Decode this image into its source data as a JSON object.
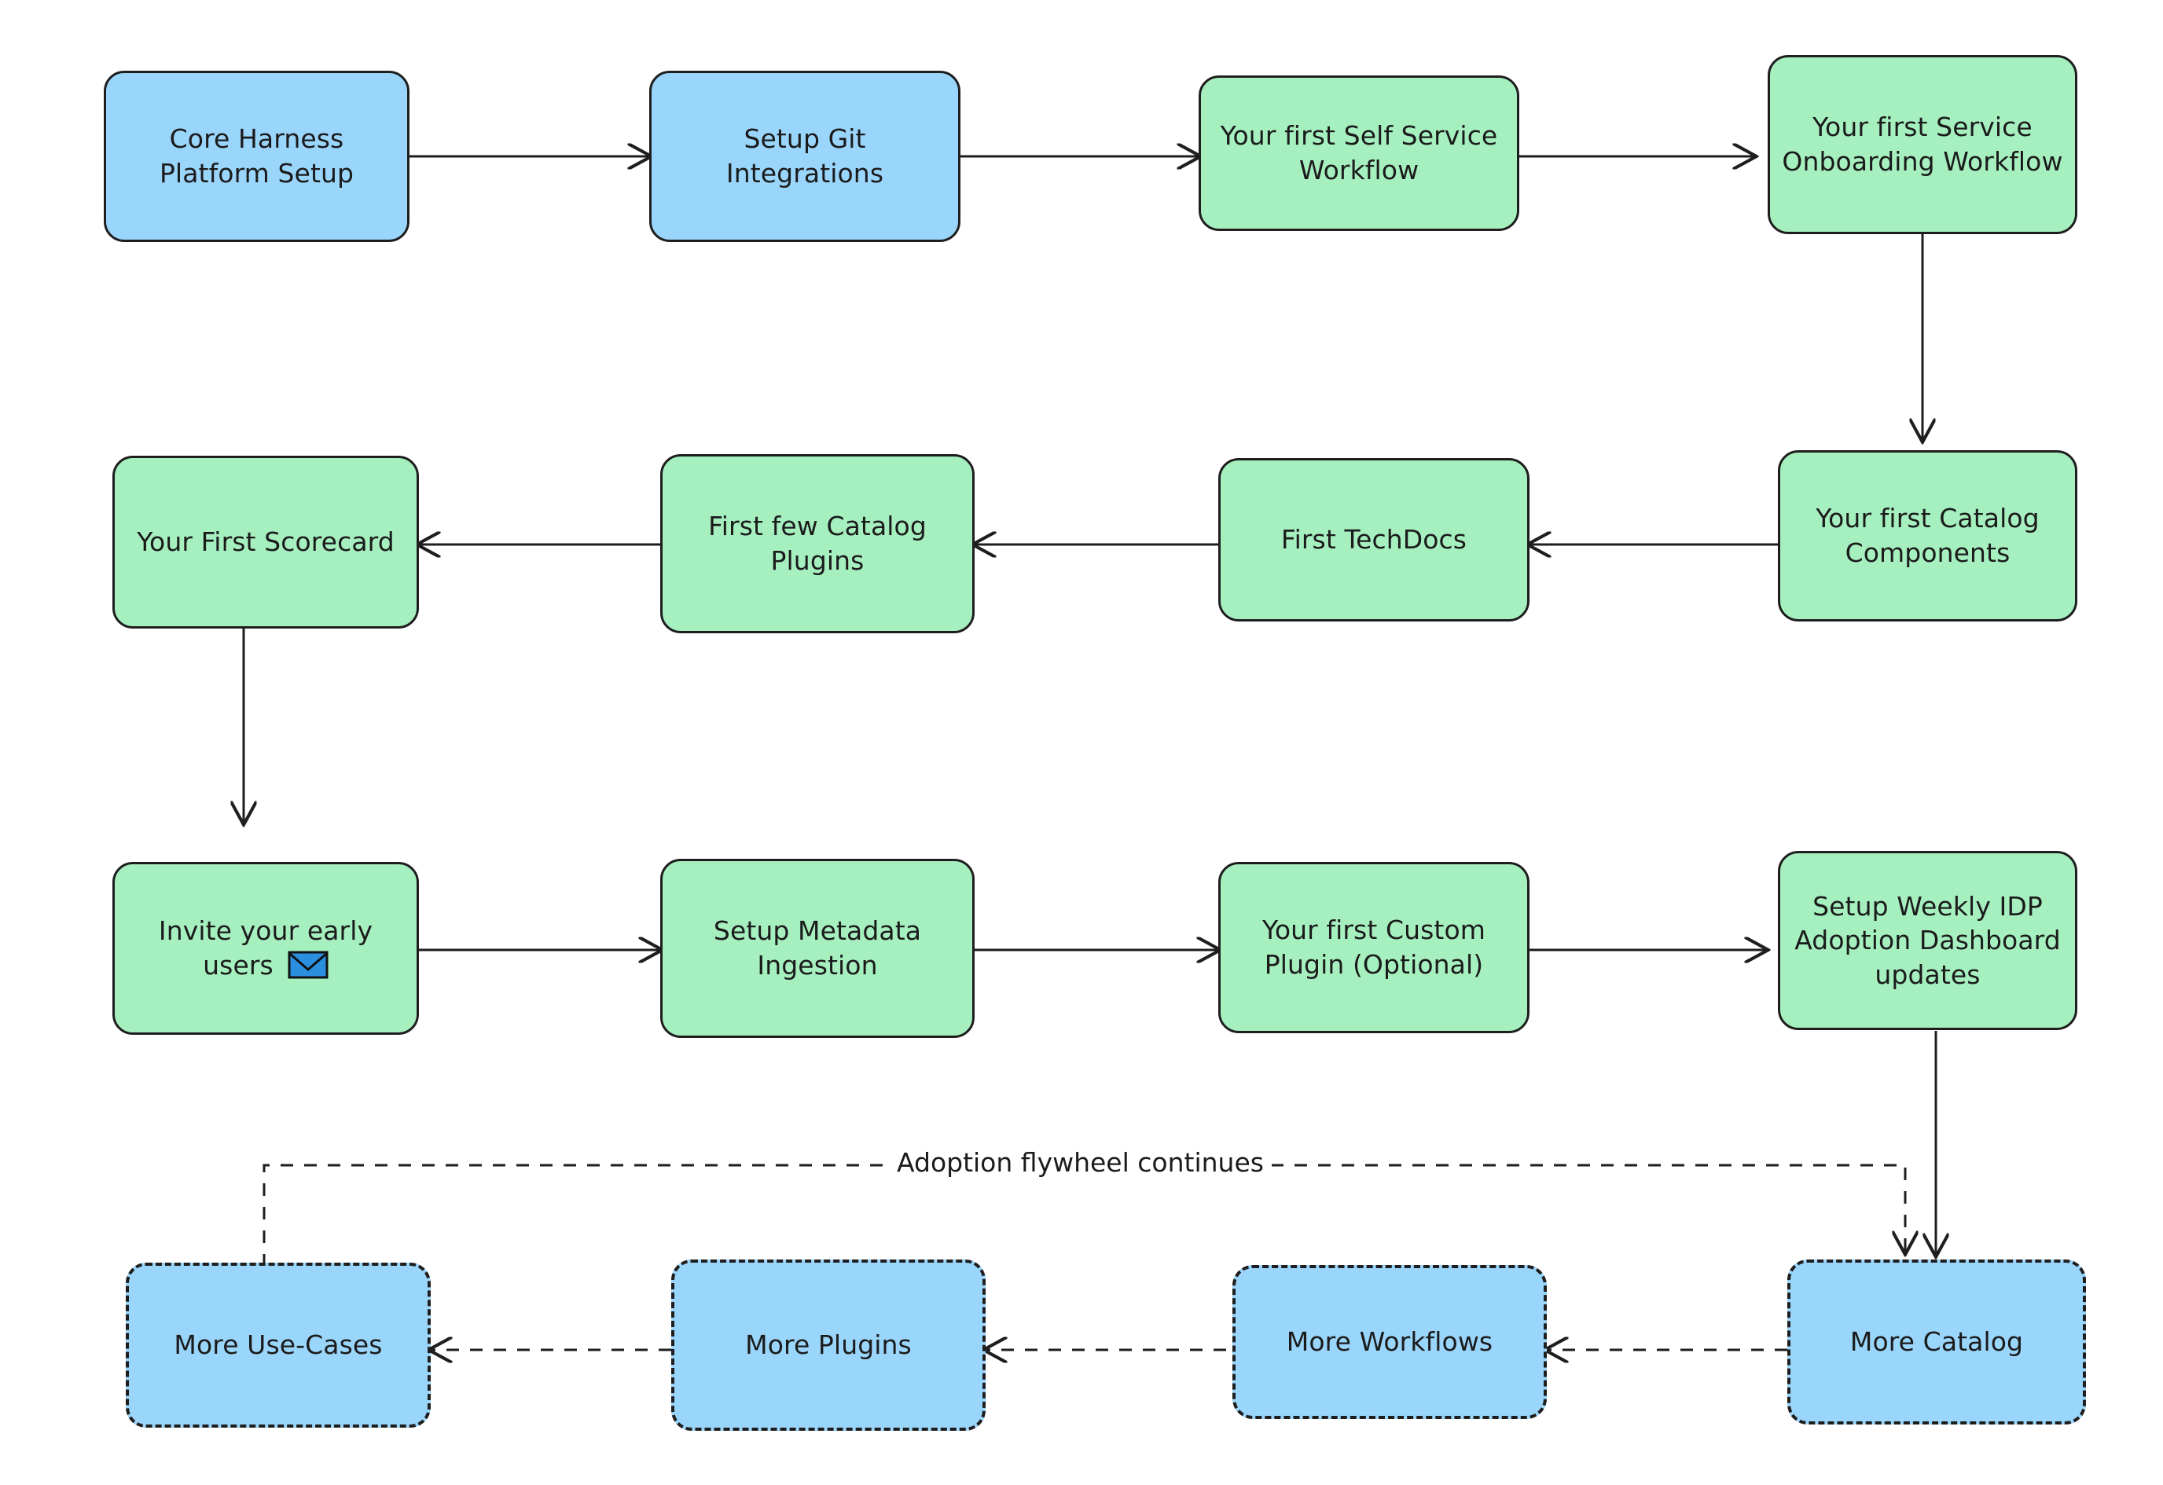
{
  "diagram": {
    "title": "Harness IDP Adoption Flywheel Flowchart",
    "background": "#ffffff",
    "colors": {
      "blue_fill": "#9ad5fb",
      "green_fill": "#a6f0c0",
      "stroke": "#1e1e1e",
      "text": "#1b1b1b",
      "envelope_blue": "#2b8fe0"
    },
    "nodes": [
      {
        "id": "core-harness-platform-setup",
        "label": "Core Harness Platform Setup",
        "style": "blue-solid"
      },
      {
        "id": "setup-git-integrations",
        "label": "Setup Git Integrations",
        "style": "blue-solid"
      },
      {
        "id": "your-first-self-service-workflow",
        "label": "Your first Self Service Workflow",
        "style": "green-solid"
      },
      {
        "id": "your-first-service-onboarding-workflow",
        "label": "Your first Service Onboarding Workflow",
        "style": "green-solid"
      },
      {
        "id": "your-first-catalog-components",
        "label": "Your first Catalog Components",
        "style": "green-solid"
      },
      {
        "id": "first-techdocs",
        "label": "First TechDocs",
        "style": "green-solid"
      },
      {
        "id": "first-few-catalog-plugins",
        "label": "First few Catalog Plugins",
        "style": "green-solid"
      },
      {
        "id": "your-first-scorecard",
        "label": "Your First Scorecard",
        "style": "green-solid"
      },
      {
        "id": "invite-your-early-users",
        "label": "Invite your early users",
        "style": "green-solid",
        "icon": "envelope-icon"
      },
      {
        "id": "setup-metadata-ingestion",
        "label": "Setup Metadata Ingestion",
        "style": "green-solid"
      },
      {
        "id": "your-first-custom-plugin",
        "label": "Your first Custom Plugin (Optional)",
        "style": "green-solid"
      },
      {
        "id": "setup-weekly-idp-adoption-dashboard-updates",
        "label": "Setup Weekly IDP Adoption Dashboard updates",
        "style": "green-solid"
      },
      {
        "id": "more-catalog",
        "label": "More Catalog",
        "style": "blue-dashed"
      },
      {
        "id": "more-workflows",
        "label": "More Workflows",
        "style": "blue-dashed"
      },
      {
        "id": "more-plugins",
        "label": "More Plugins",
        "style": "blue-dashed"
      },
      {
        "id": "more-use-cases",
        "label": "More Use-Cases",
        "style": "blue-dashed"
      }
    ],
    "edge_labels": {
      "flywheel": "Adoption flywheel continues"
    },
    "edges": [
      {
        "from": "core-harness-platform-setup",
        "to": "setup-git-integrations",
        "style": "solid"
      },
      {
        "from": "setup-git-integrations",
        "to": "your-first-self-service-workflow",
        "style": "solid"
      },
      {
        "from": "your-first-self-service-workflow",
        "to": "your-first-service-onboarding-workflow",
        "style": "solid"
      },
      {
        "from": "your-first-service-onboarding-workflow",
        "to": "your-first-catalog-components",
        "style": "solid"
      },
      {
        "from": "your-first-catalog-components",
        "to": "first-techdocs",
        "style": "solid"
      },
      {
        "from": "first-techdocs",
        "to": "first-few-catalog-plugins",
        "style": "solid"
      },
      {
        "from": "first-few-catalog-plugins",
        "to": "your-first-scorecard",
        "style": "solid"
      },
      {
        "from": "your-first-scorecard",
        "to": "invite-your-early-users",
        "style": "solid"
      },
      {
        "from": "invite-your-early-users",
        "to": "setup-metadata-ingestion",
        "style": "solid"
      },
      {
        "from": "setup-metadata-ingestion",
        "to": "your-first-custom-plugin",
        "style": "solid"
      },
      {
        "from": "your-first-custom-plugin",
        "to": "setup-weekly-idp-adoption-dashboard-updates",
        "style": "solid"
      },
      {
        "from": "setup-weekly-idp-adoption-dashboard-updates",
        "to": "more-catalog",
        "style": "solid"
      },
      {
        "from": "more-catalog",
        "to": "more-workflows",
        "style": "dashed"
      },
      {
        "from": "more-workflows",
        "to": "more-plugins",
        "style": "dashed"
      },
      {
        "from": "more-plugins",
        "to": "more-use-cases",
        "style": "dashed"
      },
      {
        "from": "more-use-cases",
        "to": "more-catalog",
        "style": "dashed",
        "label": "Adoption flywheel continues"
      }
    ]
  }
}
